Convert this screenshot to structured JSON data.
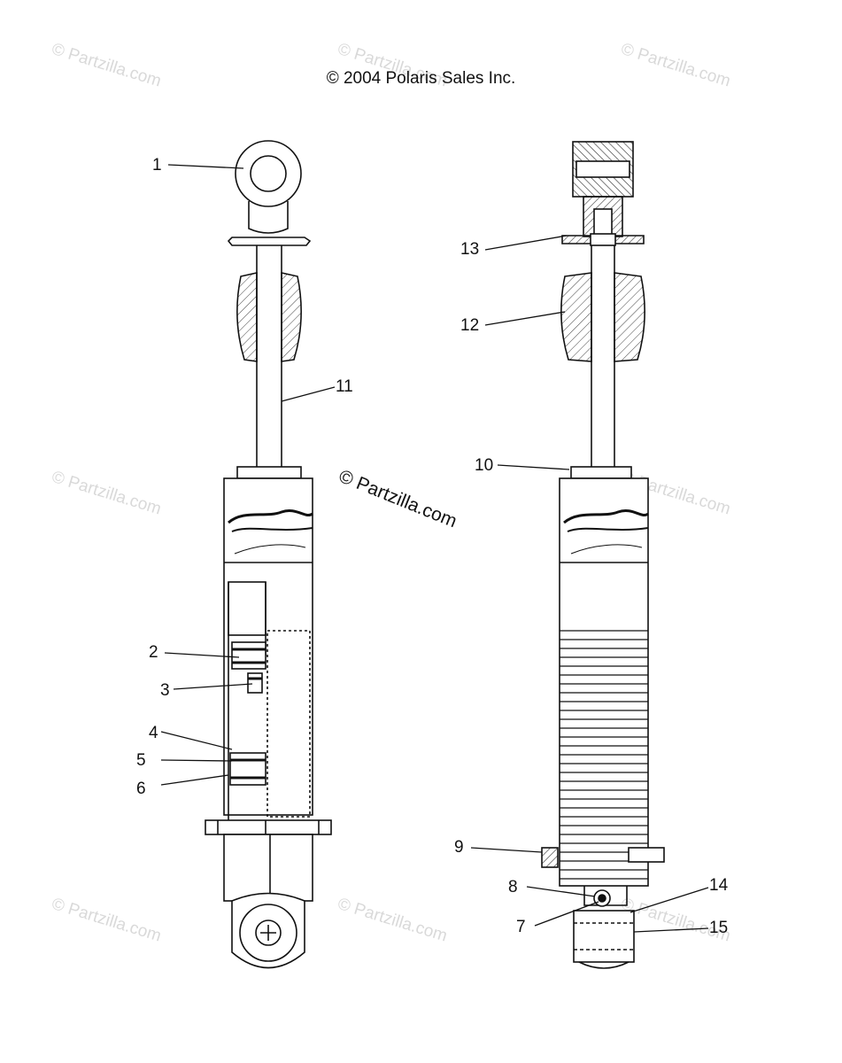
{
  "copyright": "© 2004 Polaris Sales Inc.",
  "watermark": "© Partzilla.com",
  "callouts": [
    {
      "id": "1",
      "label": "1"
    },
    {
      "id": "2",
      "label": "2"
    },
    {
      "id": "3",
      "label": "3"
    },
    {
      "id": "4",
      "label": "4"
    },
    {
      "id": "5",
      "label": "5"
    },
    {
      "id": "6",
      "label": "6"
    },
    {
      "id": "7",
      "label": "7"
    },
    {
      "id": "8",
      "label": "8"
    },
    {
      "id": "9",
      "label": "9"
    },
    {
      "id": "10",
      "label": "10"
    },
    {
      "id": "11",
      "label": "11"
    },
    {
      "id": "12",
      "label": "12"
    },
    {
      "id": "13",
      "label": "13"
    },
    {
      "id": "14",
      "label": "14"
    },
    {
      "id": "15",
      "label": "15"
    }
  ]
}
